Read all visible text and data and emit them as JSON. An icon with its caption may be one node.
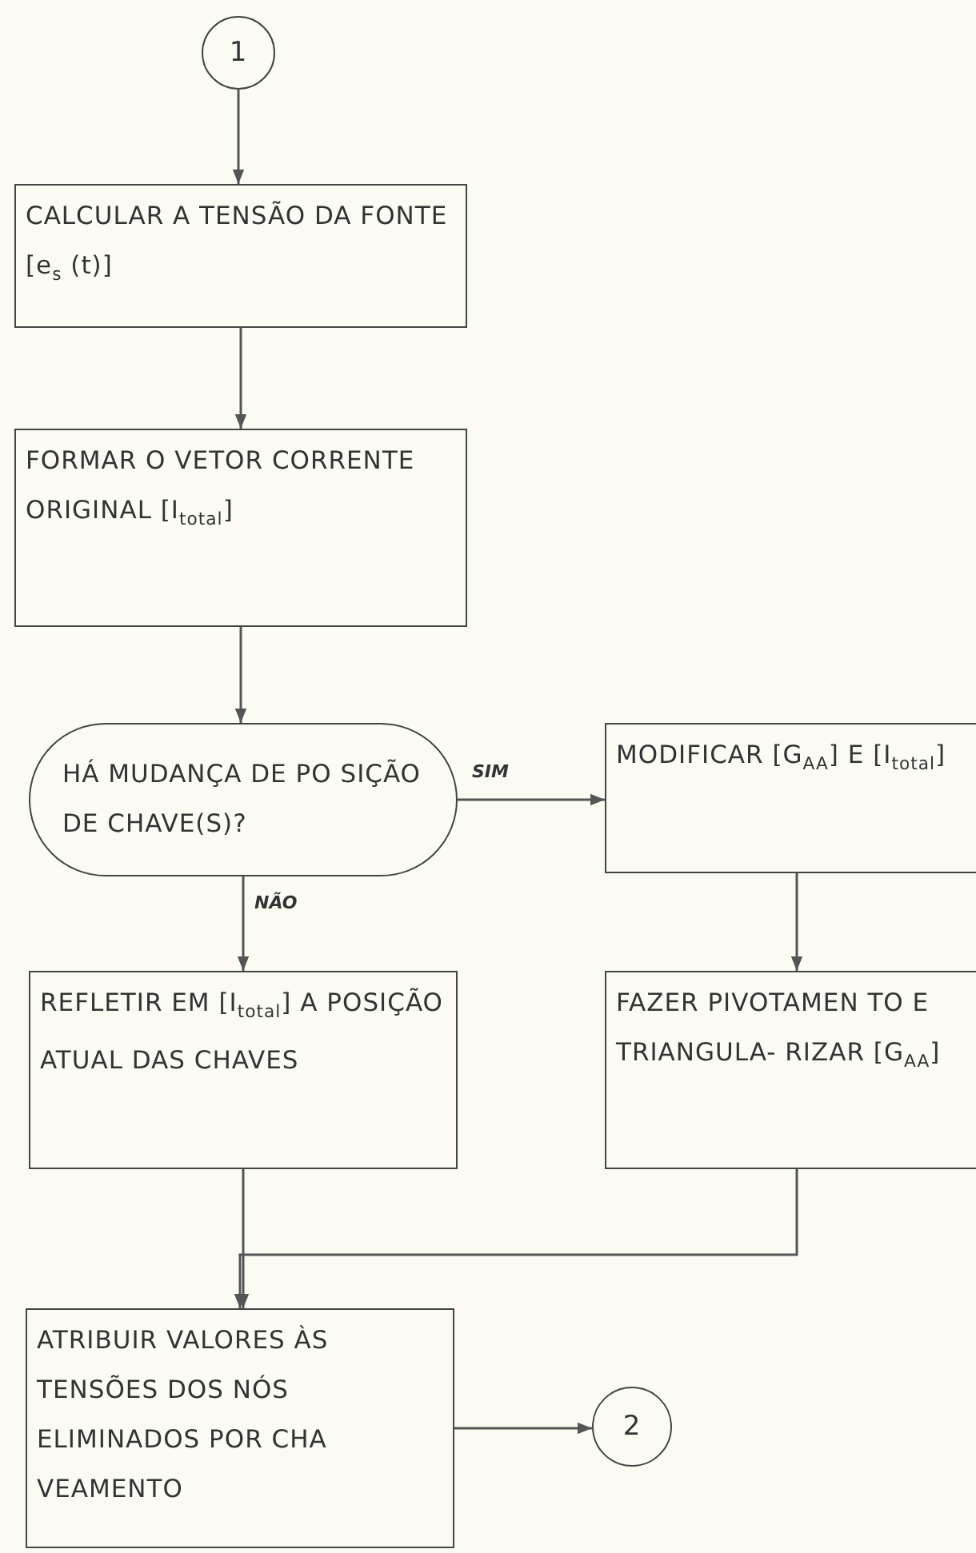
{
  "diagram": {
    "nodes": [
      {
        "text": [
          "1"
        ]
      },
      {
        "text": [
          "CALCULAR A TENSÃO DA FONTE [e$_{s}$ (t)]"
        ]
      },
      {
        "text": [
          "FORMAR O VETOR CORRENTE ORIGINAL [I$_{total}$]"
        ]
      },
      {
        "text": [
          "HÁ MUDANÇA DE PO SIÇÃO DE CHAVE(S)?"
        ]
      },
      {
        "text": [
          "MODIFICAR [G$_{AA}$] E [I$_{total}$]"
        ]
      },
      {
        "text": [
          "REFLETIR EM [I$_{total}$] A POSIÇÃO ATUAL DAS CHAVES"
        ]
      },
      {
        "text": [
          "FAZER PIVOTAMEN TO E TRIANGULA- RIZAR [G$_{AA}$]"
        ]
      },
      {
        "text": [
          "ATRIBUIR VALORES ÀS TENSÕES DOS NÓS ELIMINADOS POR CHA VEAMENTO"
        ]
      },
      {
        "text": [
          "2"
        ]
      }
    ],
    "edges": [
      {
        "from": 0,
        "to": 1,
        "arrow": "to"
      },
      {
        "from": 1,
        "to": 2,
        "arrow": "to"
      },
      {
        "from": 2,
        "to": 3,
        "arrow": "to"
      },
      {
        "from": 3,
        "to": 4,
        "label": "SIM",
        "arrow": "to"
      },
      {
        "from": 3,
        "to": 5,
        "label": "NÃO",
        "arrow": "to"
      },
      {
        "from": 4,
        "to": 6,
        "arrow": "to"
      },
      {
        "from": 5,
        "to": 7,
        "arrow": "to"
      },
      {
        "from": 6,
        "to": 7,
        "arrow": "to"
      },
      {
        "from": 7,
        "to": 8,
        "arrow": "to"
      }
    ]
  }
}
